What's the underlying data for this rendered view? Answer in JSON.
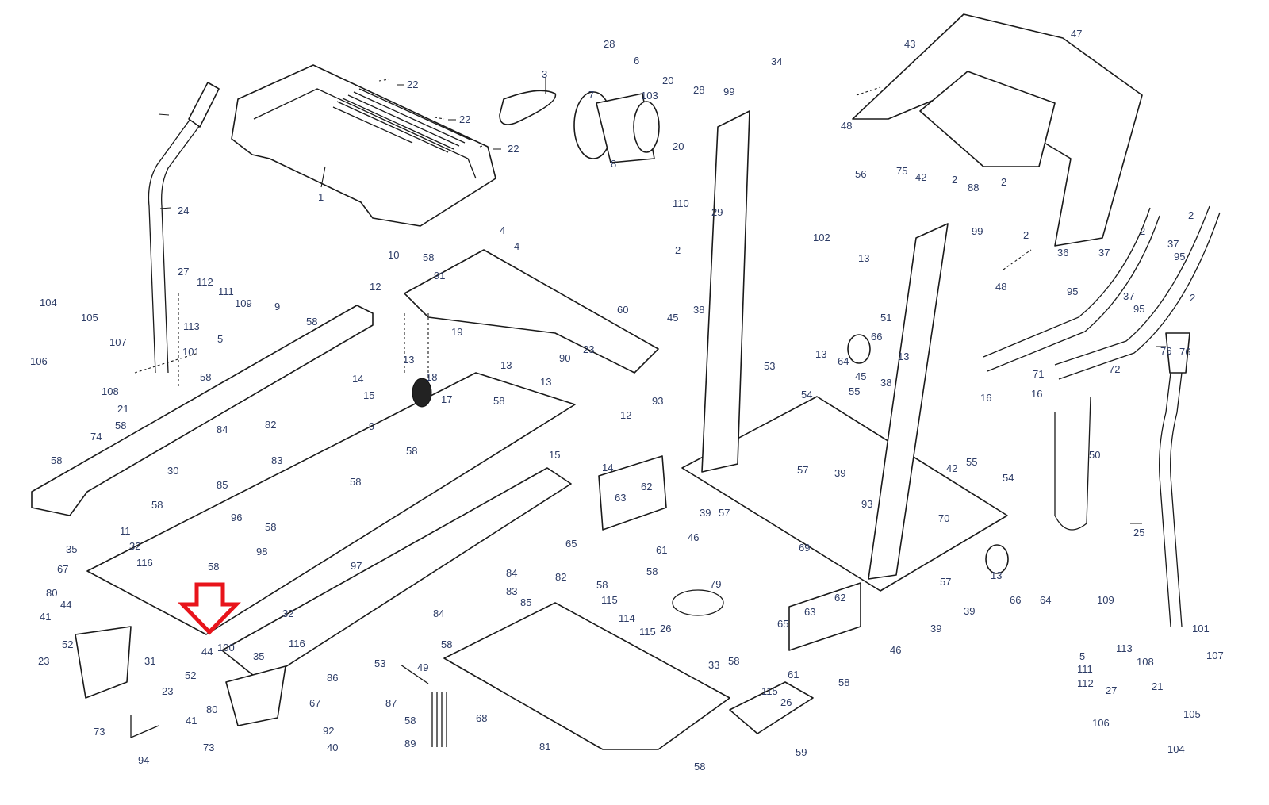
{
  "diagram": {
    "title": "Treadmill exploded parts view",
    "highlight": {
      "target_part": "44",
      "color": "#e8141b",
      "shape": "down-arrow"
    },
    "label_color": "#2d3c66",
    "callouts": [
      {
        "id": "c1",
        "label": "1"
      },
      {
        "id": "c22a",
        "label": "22"
      },
      {
        "id": "c22b",
        "label": "22"
      },
      {
        "id": "c22c",
        "label": "22"
      },
      {
        "id": "c3",
        "label": "3"
      },
      {
        "id": "c7",
        "label": "7"
      },
      {
        "id": "c8",
        "label": "8"
      },
      {
        "id": "c28a",
        "label": "28"
      },
      {
        "id": "c6",
        "label": "6"
      },
      {
        "id": "c103",
        "label": "103"
      },
      {
        "id": "c20a",
        "label": "20"
      },
      {
        "id": "c20b",
        "label": "20"
      },
      {
        "id": "c28b",
        "label": "28"
      },
      {
        "id": "c99a",
        "label": "99"
      },
      {
        "id": "c34",
        "label": "34"
      },
      {
        "id": "c48a",
        "label": "48"
      },
      {
        "id": "c43",
        "label": "43"
      },
      {
        "id": "c47",
        "label": "47"
      },
      {
        "id": "c75",
        "label": "75"
      },
      {
        "id": "c42a",
        "label": "42"
      },
      {
        "id": "c2a",
        "label": "2"
      },
      {
        "id": "c88",
        "label": "88"
      },
      {
        "id": "c2b",
        "label": "2"
      },
      {
        "id": "c56",
        "label": "56"
      },
      {
        "id": "c110",
        "label": "110"
      },
      {
        "id": "c29",
        "label": "29"
      },
      {
        "id": "c2c",
        "label": "2"
      },
      {
        "id": "c102",
        "label": "102"
      },
      {
        "id": "c13a",
        "label": "13"
      },
      {
        "id": "c51",
        "label": "51"
      },
      {
        "id": "c99b",
        "label": "99"
      },
      {
        "id": "c2d",
        "label": "2"
      },
      {
        "id": "c36",
        "label": "36"
      },
      {
        "id": "c48b",
        "label": "48"
      },
      {
        "id": "c37a",
        "label": "37"
      },
      {
        "id": "c95a",
        "label": "95"
      },
      {
        "id": "c2e",
        "label": "2"
      },
      {
        "id": "c2f",
        "label": "2"
      },
      {
        "id": "c37b",
        "label": "37"
      },
      {
        "id": "c95b",
        "label": "95"
      },
      {
        "id": "c37c",
        "label": "37"
      },
      {
        "id": "c95c",
        "label": "95"
      },
      {
        "id": "c2g",
        "label": "2"
      },
      {
        "id": "c71",
        "label": "71"
      },
      {
        "id": "c72",
        "label": "72"
      },
      {
        "id": "c16a",
        "label": "16"
      },
      {
        "id": "c16b",
        "label": "16"
      },
      {
        "id": "c76a",
        "label": "76"
      },
      {
        "id": "c24",
        "label": "24"
      },
      {
        "id": "c27a",
        "label": "27"
      },
      {
        "id": "c112a",
        "label": "112"
      },
      {
        "id": "c111a",
        "label": "111"
      },
      {
        "id": "c109a",
        "label": "109"
      },
      {
        "id": "c113a",
        "label": "113"
      },
      {
        "id": "c5a",
        "label": "5"
      },
      {
        "id": "c104a",
        "label": "104"
      },
      {
        "id": "c105a",
        "label": "105"
      },
      {
        "id": "c107a",
        "label": "107"
      },
      {
        "id": "c106a",
        "label": "106"
      },
      {
        "id": "c101a",
        "label": "101"
      },
      {
        "id": "c108a",
        "label": "108"
      },
      {
        "id": "c21a",
        "label": "21"
      },
      {
        "id": "c58a",
        "label": "58"
      },
      {
        "id": "c9a",
        "label": "9"
      },
      {
        "id": "c58b",
        "label": "58"
      },
      {
        "id": "c58c",
        "label": "58"
      },
      {
        "id": "c74",
        "label": "74"
      },
      {
        "id": "c58d",
        "label": "58"
      },
      {
        "id": "c10",
        "label": "10"
      },
      {
        "id": "c58e",
        "label": "58"
      },
      {
        "id": "c91",
        "label": "91"
      },
      {
        "id": "c12a",
        "label": "12"
      },
      {
        "id": "c13b",
        "label": "13"
      },
      {
        "id": "c19",
        "label": "19"
      },
      {
        "id": "c4a",
        "label": "4"
      },
      {
        "id": "c4b",
        "label": "4"
      },
      {
        "id": "c60",
        "label": "60"
      },
      {
        "id": "c13c",
        "label": "13"
      },
      {
        "id": "c90",
        "label": "90"
      },
      {
        "id": "c23a",
        "label": "23"
      },
      {
        "id": "c13d",
        "label": "13"
      },
      {
        "id": "c12b",
        "label": "12"
      },
      {
        "id": "c14a",
        "label": "14"
      },
      {
        "id": "c15a",
        "label": "15"
      },
      {
        "id": "c18",
        "label": "18"
      },
      {
        "id": "c17",
        "label": "17"
      },
      {
        "id": "c58f",
        "label": "58"
      },
      {
        "id": "c82a",
        "label": "82"
      },
      {
        "id": "c83a",
        "label": "83"
      },
      {
        "id": "c84a",
        "label": "84"
      },
      {
        "id": "c85a",
        "label": "85"
      },
      {
        "id": "c9b",
        "label": "9"
      },
      {
        "id": "c58g",
        "label": "58"
      },
      {
        "id": "c58h",
        "label": "58"
      },
      {
        "id": "c15b",
        "label": "15"
      },
      {
        "id": "c30",
        "label": "30"
      },
      {
        "id": "c58i",
        "label": "58"
      },
      {
        "id": "c11",
        "label": "11"
      },
      {
        "id": "c96",
        "label": "96"
      },
      {
        "id": "c58j",
        "label": "58"
      },
      {
        "id": "c35a",
        "label": "35"
      },
      {
        "id": "c32a",
        "label": "32"
      },
      {
        "id": "c116a",
        "label": "116"
      },
      {
        "id": "c67a",
        "label": "67"
      },
      {
        "id": "c98",
        "label": "98"
      },
      {
        "id": "c58k",
        "label": "58"
      },
      {
        "id": "c97",
        "label": "97"
      },
      {
        "id": "c80a",
        "label": "80"
      },
      {
        "id": "c44a",
        "label": "44"
      },
      {
        "id": "c41a",
        "label": "41"
      },
      {
        "id": "c52a",
        "label": "52"
      },
      {
        "id": "c23b",
        "label": "23"
      },
      {
        "id": "c31",
        "label": "31"
      },
      {
        "id": "c73a",
        "label": "73"
      },
      {
        "id": "c44b",
        "label": "44"
      },
      {
        "id": "c100",
        "label": "100"
      },
      {
        "id": "c32b",
        "label": "32"
      },
      {
        "id": "c116b",
        "label": "116"
      },
      {
        "id": "c35b",
        "label": "35"
      },
      {
        "id": "c86",
        "label": "86"
      },
      {
        "id": "c52b",
        "label": "52"
      },
      {
        "id": "c23c",
        "label": "23"
      },
      {
        "id": "c41b",
        "label": "41"
      },
      {
        "id": "c80b",
        "label": "80"
      },
      {
        "id": "c67b",
        "label": "67"
      },
      {
        "id": "c73b",
        "label": "73"
      },
      {
        "id": "c94",
        "label": "94"
      },
      {
        "id": "c92",
        "label": "92"
      },
      {
        "id": "c40",
        "label": "40"
      },
      {
        "id": "c87",
        "label": "87"
      },
      {
        "id": "c58l",
        "label": "58"
      },
      {
        "id": "c89",
        "label": "89"
      },
      {
        "id": "c53a",
        "label": "53"
      },
      {
        "id": "c49",
        "label": "49"
      },
      {
        "id": "c68",
        "label": "68"
      },
      {
        "id": "c81",
        "label": "81"
      },
      {
        "id": "c58m",
        "label": "58"
      },
      {
        "id": "c84b",
        "label": "84"
      },
      {
        "id": "c83b",
        "label": "83"
      },
      {
        "id": "c82b",
        "label": "82"
      },
      {
        "id": "c85b",
        "label": "85"
      },
      {
        "id": "c84c",
        "label": "84"
      },
      {
        "id": "c58n",
        "label": "58"
      },
      {
        "id": "c115a",
        "label": "115"
      },
      {
        "id": "c114",
        "label": "114"
      },
      {
        "id": "c115b",
        "label": "115"
      },
      {
        "id": "c26a",
        "label": "26"
      },
      {
        "id": "c79",
        "label": "79"
      },
      {
        "id": "c33",
        "label": "33"
      },
      {
        "id": "c58o",
        "label": "58"
      },
      {
        "id": "c58p",
        "label": "58"
      },
      {
        "id": "c115c",
        "label": "115"
      },
      {
        "id": "c26b",
        "label": "26"
      },
      {
        "id": "c59",
        "label": "59"
      },
      {
        "id": "c14b",
        "label": "14"
      },
      {
        "id": "c63a",
        "label": "63"
      },
      {
        "id": "c62a",
        "label": "62"
      },
      {
        "id": "c65a",
        "label": "65"
      },
      {
        "id": "c61a",
        "label": "61"
      },
      {
        "id": "c46a",
        "label": "46"
      },
      {
        "id": "c58q",
        "label": "58"
      },
      {
        "id": "c45a",
        "label": "45"
      },
      {
        "id": "c38a",
        "label": "38"
      },
      {
        "id": "c93a",
        "label": "93"
      },
      {
        "id": "c39a",
        "label": "39"
      },
      {
        "id": "c57a",
        "label": "57"
      },
      {
        "id": "c53b",
        "label": "53"
      },
      {
        "id": "c13e",
        "label": "13"
      },
      {
        "id": "c64a",
        "label": "64"
      },
      {
        "id": "c66a",
        "label": "66"
      },
      {
        "id": "c13f",
        "label": "13"
      },
      {
        "id": "c54a",
        "label": "54"
      },
      {
        "id": "c55a",
        "label": "55"
      },
      {
        "id": "c45b",
        "label": "45"
      },
      {
        "id": "c38b",
        "label": "38"
      },
      {
        "id": "c57b",
        "label": "57"
      },
      {
        "id": "c39b",
        "label": "39"
      },
      {
        "id": "c69",
        "label": "69"
      },
      {
        "id": "c93b",
        "label": "93"
      },
      {
        "id": "c42b",
        "label": "42"
      },
      {
        "id": "c70",
        "label": "70"
      },
      {
        "id": "c55b",
        "label": "55"
      },
      {
        "id": "c54b",
        "label": "54"
      },
      {
        "id": "c13g",
        "label": "13"
      },
      {
        "id": "c66b",
        "label": "66"
      },
      {
        "id": "c64b",
        "label": "64"
      },
      {
        "id": "c57c",
        "label": "57"
      },
      {
        "id": "c39c",
        "label": "39"
      },
      {
        "id": "c39d",
        "label": "39"
      },
      {
        "id": "c62b",
        "label": "62"
      },
      {
        "id": "c63b",
        "label": "63"
      },
      {
        "id": "c65b",
        "label": "65"
      },
      {
        "id": "c61b",
        "label": "61"
      },
      {
        "id": "c58r",
        "label": "58"
      },
      {
        "id": "c46b",
        "label": "46"
      },
      {
        "id": "c50",
        "label": "50"
      },
      {
        "id": "c25",
        "label": "25"
      },
      {
        "id": "c76b",
        "label": "76"
      },
      {
        "id": "c109b",
        "label": "109"
      },
      {
        "id": "c101b",
        "label": "101"
      },
      {
        "id": "c5b",
        "label": "5"
      },
      {
        "id": "c113b",
        "label": "113"
      },
      {
        "id": "c111b",
        "label": "111"
      },
      {
        "id": "c108b",
        "label": "108"
      },
      {
        "id": "c107b",
        "label": "107"
      },
      {
        "id": "c112b",
        "label": "112"
      },
      {
        "id": "c27b",
        "label": "27"
      },
      {
        "id": "c21b",
        "label": "21"
      },
      {
        "id": "c106b",
        "label": "106"
      },
      {
        "id": "c105b",
        "label": "105"
      },
      {
        "id": "c104b",
        "label": "104"
      }
    ]
  }
}
